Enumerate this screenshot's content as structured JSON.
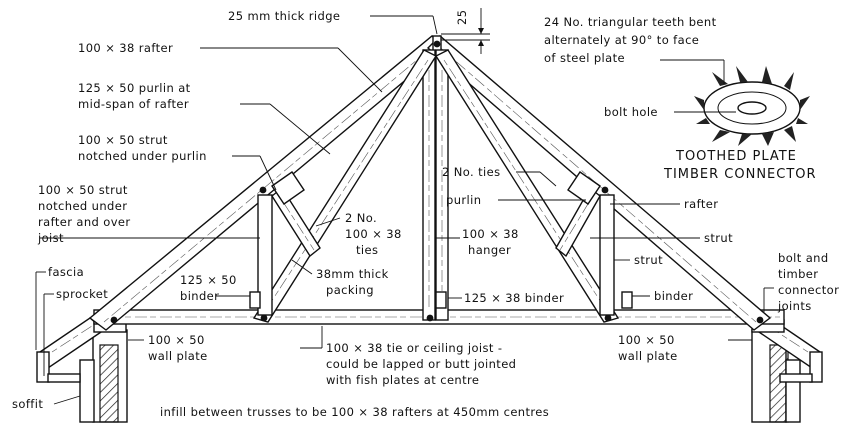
{
  "labels": {
    "ridge": "25 mm thick ridge",
    "ridge_dim": "25",
    "rafter_left": "100 × 38 rafter",
    "purlin_line1": "125 × 50 purlin at",
    "purlin_line2": "mid-span of rafter",
    "strut_notched_line1": "100 × 50 strut",
    "strut_notched_line2": "notched under purlin",
    "strut_raft_line1": "100 × 50 strut",
    "strut_raft_line2": "notched under",
    "strut_raft_line3": "rafter and over",
    "strut_raft_line4": "joist",
    "ties_left_line1": "2 No.",
    "ties_left_line2": "100 × 38",
    "ties_left_line3": "ties",
    "binder_left_line1": "125 × 50",
    "binder_left_line2": "binder",
    "packing_line1": "38mm thick",
    "packing_line2": "packing",
    "fascia": "fascia",
    "sprocket": "sprocket",
    "wall_plate_left_line1": "100 × 50",
    "wall_plate_left_line2": "wall plate",
    "soffit": "soffit",
    "tie_line1": "100 × 38 tie or ceiling joist -",
    "tie_line2": "could be lapped or butt jointed",
    "tie_line3": "with fish plates at centre",
    "infill": "infill between trusses to be 100 × 38 rafters at 450mm centres",
    "hanger_line1": "100 × 38",
    "hanger_line2": "hanger",
    "ties_center": "2 No. ties",
    "purlin_right": "purlin",
    "rafter_right": "rafter",
    "strut_right_1": "strut",
    "strut_right_2": "strut",
    "binder_right": "binder",
    "binder_center": "125 × 38 binder",
    "wall_plate_right_line1": "100 × 50",
    "wall_plate_right_line2": "wall plate",
    "bolt_line1": "bolt and",
    "bolt_line2": "timber",
    "bolt_line3": "connector",
    "bolt_line4": "joints",
    "teeth_line1": "24 No. triangular teeth bent",
    "teeth_line2": "alternately at 90° to face",
    "teeth_line3": "of steel plate",
    "bolt_hole": "bolt hole",
    "connector_title1": "TOOTHED PLATE",
    "connector_title2": "TIMBER  CONNECTOR"
  }
}
